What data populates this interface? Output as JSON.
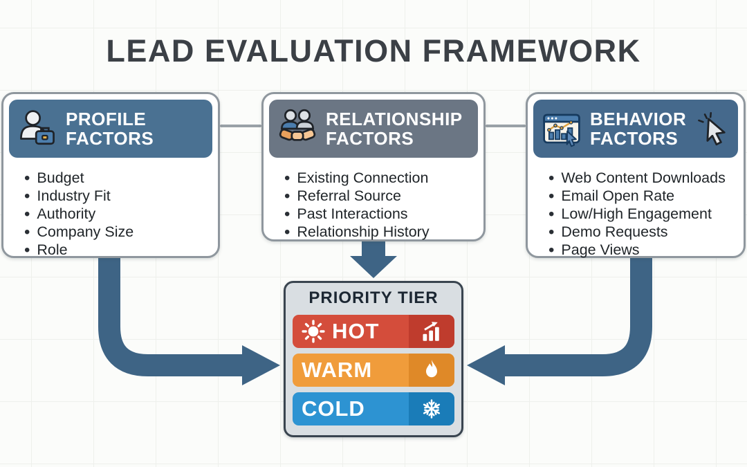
{
  "title": "LEAD EVALUATION FRAMEWORK",
  "factor_boxes": [
    {
      "title": "PROFILE FACTORS",
      "icon": "person-briefcase-icon",
      "header_color": "#4a7192",
      "items": [
        "Budget",
        "Industry Fit",
        "Authority",
        "Company Size",
        "Role"
      ]
    },
    {
      "title": "RELATIONSHIP FACTORS",
      "icon": "handshake-icon",
      "header_color": "#6b7684",
      "items": [
        "Existing Connection",
        "Referral Source",
        "Past Interactions",
        "Relationship History"
      ]
    },
    {
      "title": "BEHAVIOR FACTORS",
      "icon": "analytics-window-icon",
      "icon_right": "cursor-click-icon",
      "header_color": "#45698c",
      "items": [
        "Web Content Downloads",
        "Email Open Rate",
        "Low/High Engagement",
        "Demo Requests",
        "Page Views"
      ]
    }
  ],
  "priority_tier": {
    "title": "PRIORITY TIER",
    "box_color": "#d9dee2",
    "border_color": "#39444f",
    "tiers": [
      {
        "label": "HOT",
        "icon_left": "sun-icon",
        "icon_right": "growth-chart-icon",
        "color": "#d44d3b",
        "accent_color": "#bf3c2d"
      },
      {
        "label": "WARM",
        "icon_right": "flame-icon",
        "color": "#f09c3b",
        "accent_color": "#df8928"
      },
      {
        "label": "COLD",
        "icon_right": "snowflake-icon",
        "color": "#2d93d2",
        "accent_color": "#1a7cb8"
      }
    ]
  },
  "arrow_color": "#3e6485",
  "connector_color": "#99a1a7"
}
